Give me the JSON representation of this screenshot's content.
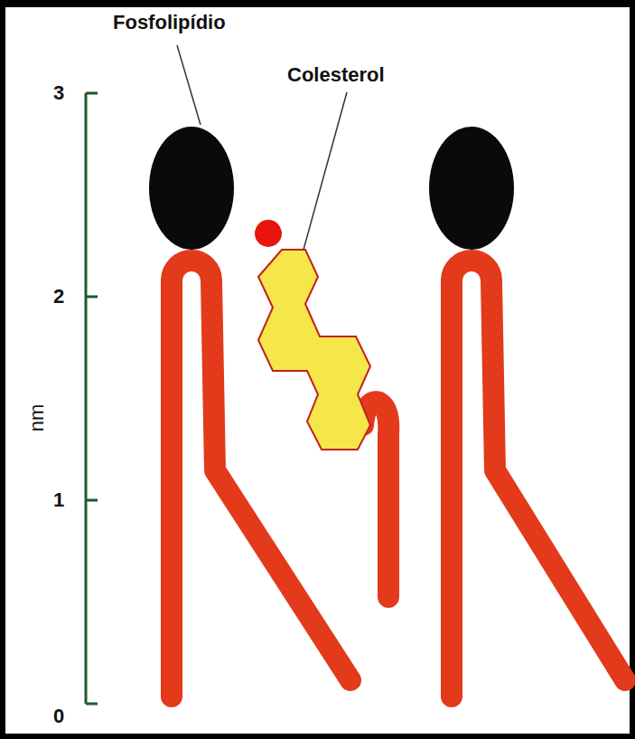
{
  "diagram": {
    "labels": [
      "Fosfolipídio",
      "Colesterol",
      "3",
      "2",
      "1",
      "0",
      "nm"
    ]
  }
}
